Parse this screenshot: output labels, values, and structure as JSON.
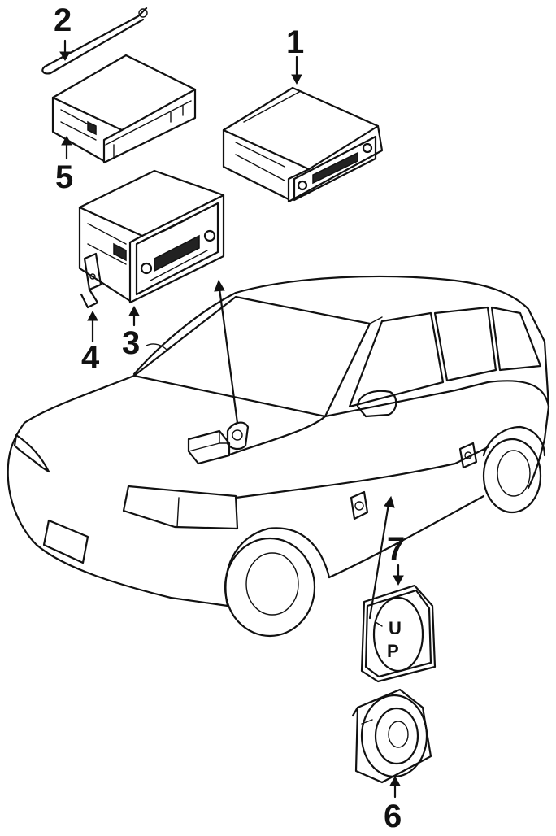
{
  "callouts": {
    "c1": "1",
    "c2": "2",
    "c3": "3",
    "c4": "4",
    "c5": "5",
    "c6": "6",
    "c7": "7"
  },
  "speaker_mark": {
    "line1": "U",
    "line2": "P"
  },
  "colors": {
    "ink": "#111111",
    "paper": "#ffffff"
  }
}
